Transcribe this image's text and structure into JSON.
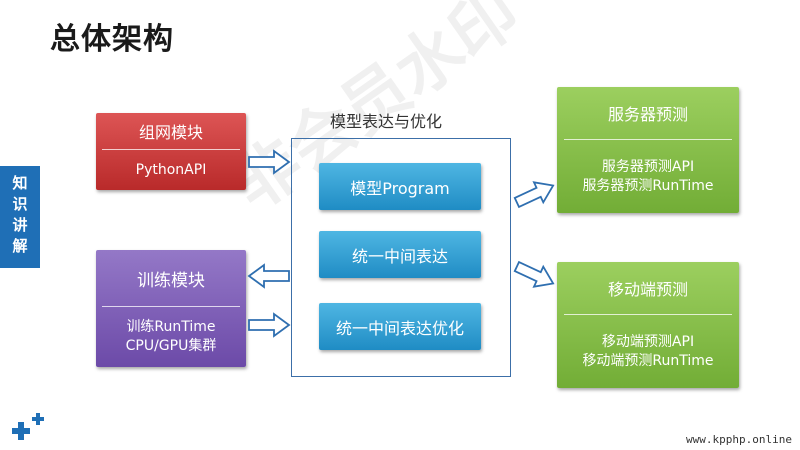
{
  "title": "总体架构",
  "side_tab": "知识讲解",
  "watermark": "非会员水印",
  "center": {
    "label": "模型表达与优化",
    "items": [
      "模型Program",
      "统一中间表达",
      "统一中间表达优化"
    ]
  },
  "modules": {
    "network": {
      "title": "组网模块",
      "body": [
        "PythonAPI"
      ]
    },
    "training": {
      "title": "训练模块",
      "body": [
        "训练RunTime",
        "CPU/GPU集群"
      ]
    },
    "server": {
      "title": "服务器预测",
      "body": [
        "服务器预测API",
        "服务器预测RunTime"
      ]
    },
    "mobile": {
      "title": "移动端预测",
      "body": [
        "移动端预测API",
        "移动端预测RunTime"
      ]
    }
  },
  "footer": {
    "site": "www.kpphp.online"
  },
  "colors": {
    "red": "#c83535",
    "purple": "#7d5cb5",
    "green": "#84bd45",
    "blue": "#2d9fd4",
    "frame": "#3c6fa8",
    "tab": "#1f6fb6"
  },
  "icons": {
    "logo": "plus-plus-icon",
    "arrow": "hollow-arrow-icon"
  }
}
